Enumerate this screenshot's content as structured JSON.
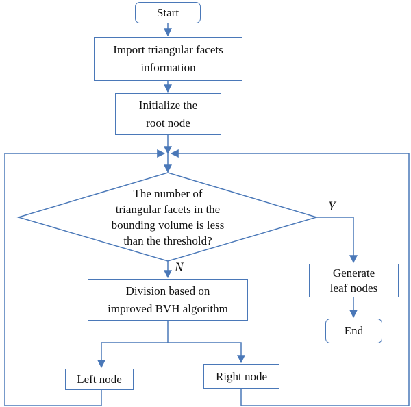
{
  "flowchart": {
    "start": "Start",
    "import_line1": "Import triangular facets",
    "import_line2": "information",
    "init_line1": "Initialize the",
    "init_line2": "root node",
    "decision": [
      "The number of",
      "triangular facets in the",
      "bounding volume is less",
      "than the threshold?"
    ],
    "yes_label": "Y",
    "no_label": "N",
    "division_line1": "Division based on",
    "division_line2": "improved BVH algorithm",
    "generate_line1": "Generate",
    "generate_line2": "leaf nodes",
    "end": "End",
    "left_node": "Left node",
    "right_node": "Right node"
  },
  "colors": {
    "line": "#4a78b8",
    "text": "#111111"
  }
}
